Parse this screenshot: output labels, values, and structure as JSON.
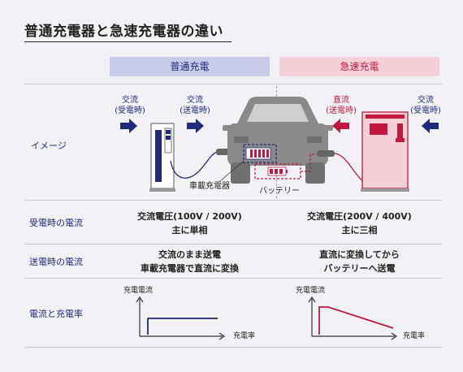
{
  "title": "普通充電器と急速充電器の違い",
  "columns": {
    "normal": "普通充電",
    "fast": "急速充電"
  },
  "rows": {
    "image": "イメージ",
    "receive": "受電時の電流",
    "send": "送電時の電流",
    "curve": "電流と充電率"
  },
  "diagram": {
    "normal_in_1": "交流",
    "normal_in_2": "(受電時)",
    "normal_out_1": "交流",
    "normal_out_2": "(送電時)",
    "fast_out_1": "直流",
    "fast_out_2": "(送電時)",
    "fast_in_1": "交流",
    "fast_in_2": "(受電時)",
    "onboard_charger": "車載充電器",
    "battery": "バッテリー"
  },
  "receive_cells": {
    "normal_1": "交流電圧(100V / 200V)",
    "normal_2": "主に単相",
    "fast_1": "交流電圧(200V / 400V)",
    "fast_2": "主に三相"
  },
  "send_cells": {
    "normal_1": "交流のまま送電",
    "normal_2": "車載充電器で直流に変換",
    "fast_1": "直流に変換してから",
    "fast_2": "バッテリーへ送電"
  },
  "graph": {
    "ylabel": "充電電流",
    "xlabel": "充電率"
  },
  "colors": {
    "navy": "#1f2a7a",
    "red": "#c0183e"
  }
}
